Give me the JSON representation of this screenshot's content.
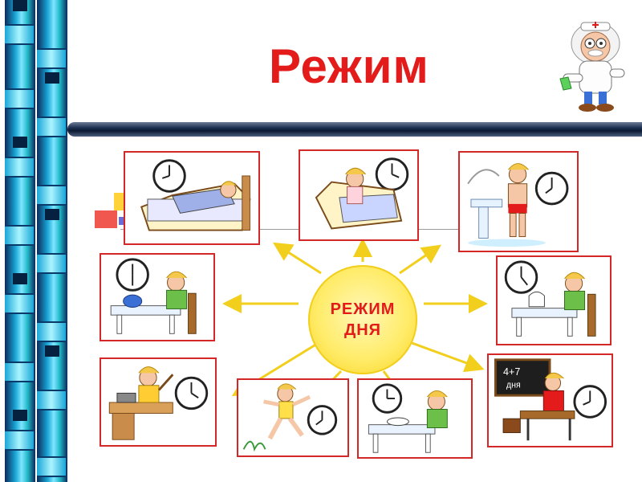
{
  "title": "Режим",
  "center": {
    "line1": "РЕЖИМ",
    "line2": "ДНЯ"
  },
  "colors": {
    "title": "#e31b1b",
    "panel_border": "#d42828",
    "arrow": "#f2cf1d",
    "sun": "#ffec6a"
  },
  "icons": [
    "doctor-mascot-icon",
    "clock-icon"
  ],
  "panels": [
    {
      "id": "sleep",
      "icon": "clock-icon"
    },
    {
      "id": "waking",
      "icon": "clock-icon"
    },
    {
      "id": "washing",
      "icon": "clock-icon"
    },
    {
      "id": "breakfast",
      "icon": "clock-icon"
    },
    {
      "id": "afternoon-tea",
      "icon": "clock-icon"
    },
    {
      "id": "homework",
      "icon": "clock-icon"
    },
    {
      "id": "walk",
      "icon": "clock-icon"
    },
    {
      "id": "lunch",
      "icon": "clock-icon"
    },
    {
      "id": "school-lesson",
      "icon": "clock-icon"
    }
  ],
  "blackboard_text": {
    "line1": "4+7",
    "line2": "дня"
  }
}
